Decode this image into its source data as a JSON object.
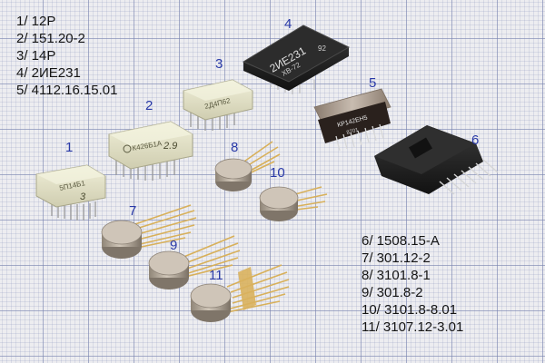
{
  "legend_left": [
    "1/ 12Р",
    "2/ 151.20-2",
    "3/ 14Р",
    "4/ 2ИЕ231",
    "5/ 4112.16.15.01"
  ],
  "legend_right": [
    "6/ 1508.15-А",
    "7/ 301.12-2",
    "8/ 3101.8-1",
    "9/ 301.8-2",
    "10/ 3101.8-8.01",
    "11/ 3107.12-3.01"
  ],
  "numbers": [
    "1",
    "2",
    "3",
    "4",
    "5",
    "6",
    "7",
    "8",
    "9",
    "10",
    "11"
  ],
  "chip_marks": {
    "c1": "5П14Б1",
    "c1_digit": "3",
    "c2": "К426Б1А",
    "c2_sub": "2.9",
    "c3": "2Д4П62",
    "c4": "2ИЕ231",
    "c4_sub": "ХВ-72",
    "c4_corner": "92",
    "c5": "КР142ЕН5",
    "c5_sub": "8701"
  },
  "colors": {
    "grid": "#7882af",
    "label_blue": "#2a3aa8",
    "gold": "#d8b05a",
    "ceramic": "#e3e2c8",
    "black_body": "#1e1e1e",
    "metal": "#b5a99a"
  }
}
